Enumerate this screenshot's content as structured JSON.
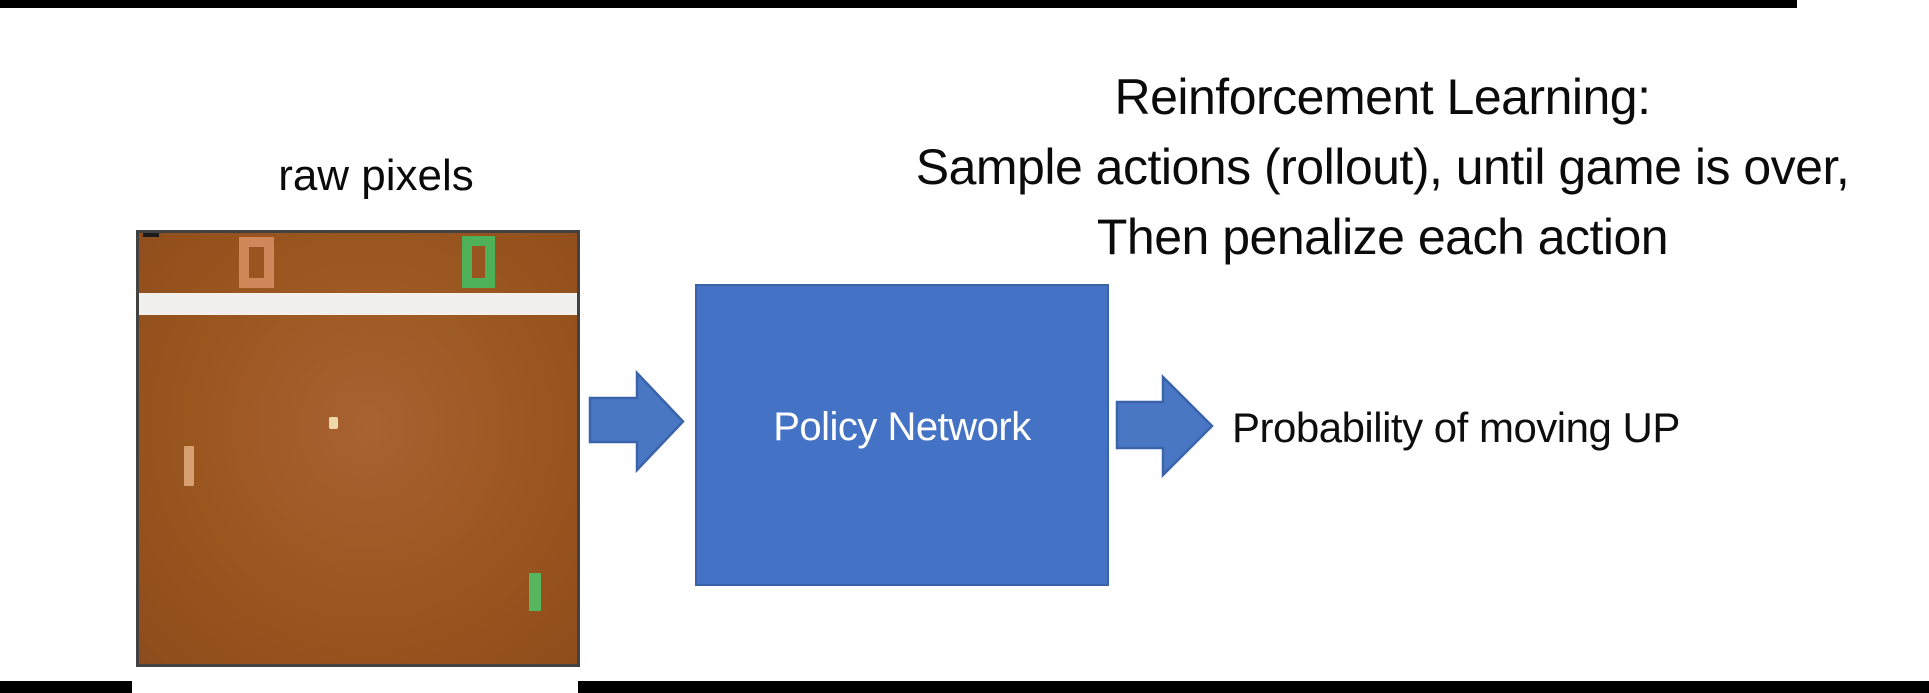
{
  "title": {
    "line1": "Reinforcement Learning:",
    "line2": "Sample actions (rollout), until game is over,",
    "line3": "Then penalize each action"
  },
  "game": {
    "label": "raw pixels",
    "score_left_value": "0",
    "score_right_value": "0"
  },
  "policy": {
    "label": "Policy Network"
  },
  "output": {
    "label": "Probability of moving UP"
  },
  "colors": {
    "slide_background": "#ffffff",
    "bar_black": "#000000",
    "title_text": "#0b0b0b",
    "arrow_fill": "#4a77c4",
    "arrow_stroke": "#3a63a9",
    "box_fill": "#4472c4",
    "box_border": "#3a63a9",
    "box_text": "#ffffff",
    "field_brown": "#98551f",
    "field_border": "#424242",
    "orange_score": "#d0875a",
    "green_score": "#4eb157",
    "white_band": "#f2f0ec",
    "ball": "#eed8a9",
    "left_paddle": "#d7a071",
    "right_paddle": "#55b65e"
  }
}
